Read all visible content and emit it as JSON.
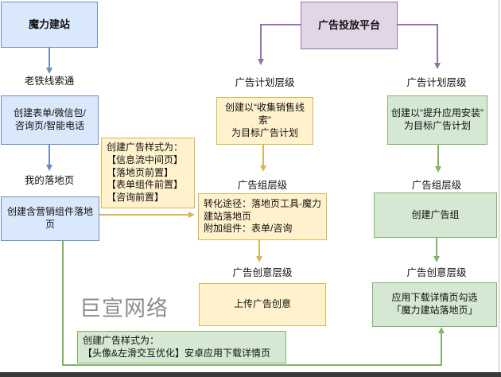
{
  "diagram": {
    "site_builder": {
      "title": "魔力建站",
      "step1_label": "老铁线索通",
      "step1_box": "创建表单/微信包/\n咨询页/智能电话",
      "step2_label": "我的落地页",
      "step2_box": "创建含营销组件落地\n页"
    },
    "ad_style_note_feed": "创建广告样式为：\n【信息流中间页】\n【落地页前置】\n【表单组件前置】\n【咨询前置】",
    "ad_platform": {
      "title": "广告投放平台",
      "lead_branch": {
        "plan_label": "广告计划层级",
        "plan_box": "创建以“收集销售线索”\n为目标广告计划",
        "group_label": "广告组层级",
        "group_box": "转化途径：落地页工具-魔力\n建站落地页\n附加组件：表单/咨询",
        "creative_label": "广告创意层级",
        "creative_box": "上传广告创意"
      },
      "install_branch": {
        "plan_label": "广告计划层级",
        "plan_box": "创建以“提升应用安装”\n为目标广告计划",
        "group_label": "广告组层级",
        "group_box": "创建广告组",
        "creative_label": "广告创意层级",
        "creative_box": "应用下载详情页勾选\n「魔力建站落地页」"
      }
    },
    "ad_style_note_download": "创建广告样式为：\n【头像&左滑交互优化】安卓应用下载详情页",
    "watermark": "巨宣网络"
  },
  "colors": {
    "blue_fill": "#dae8fc",
    "blue_stroke": "#6c8ebf",
    "purple_fill": "#e1d5e7",
    "purple_stroke": "#9673a6",
    "yellow_fill": "#fff2cc",
    "yellow_stroke": "#d6b656",
    "green_fill": "#d5e8d4",
    "green_stroke": "#82b366",
    "watermark_grey": "#8d8d8d"
  }
}
